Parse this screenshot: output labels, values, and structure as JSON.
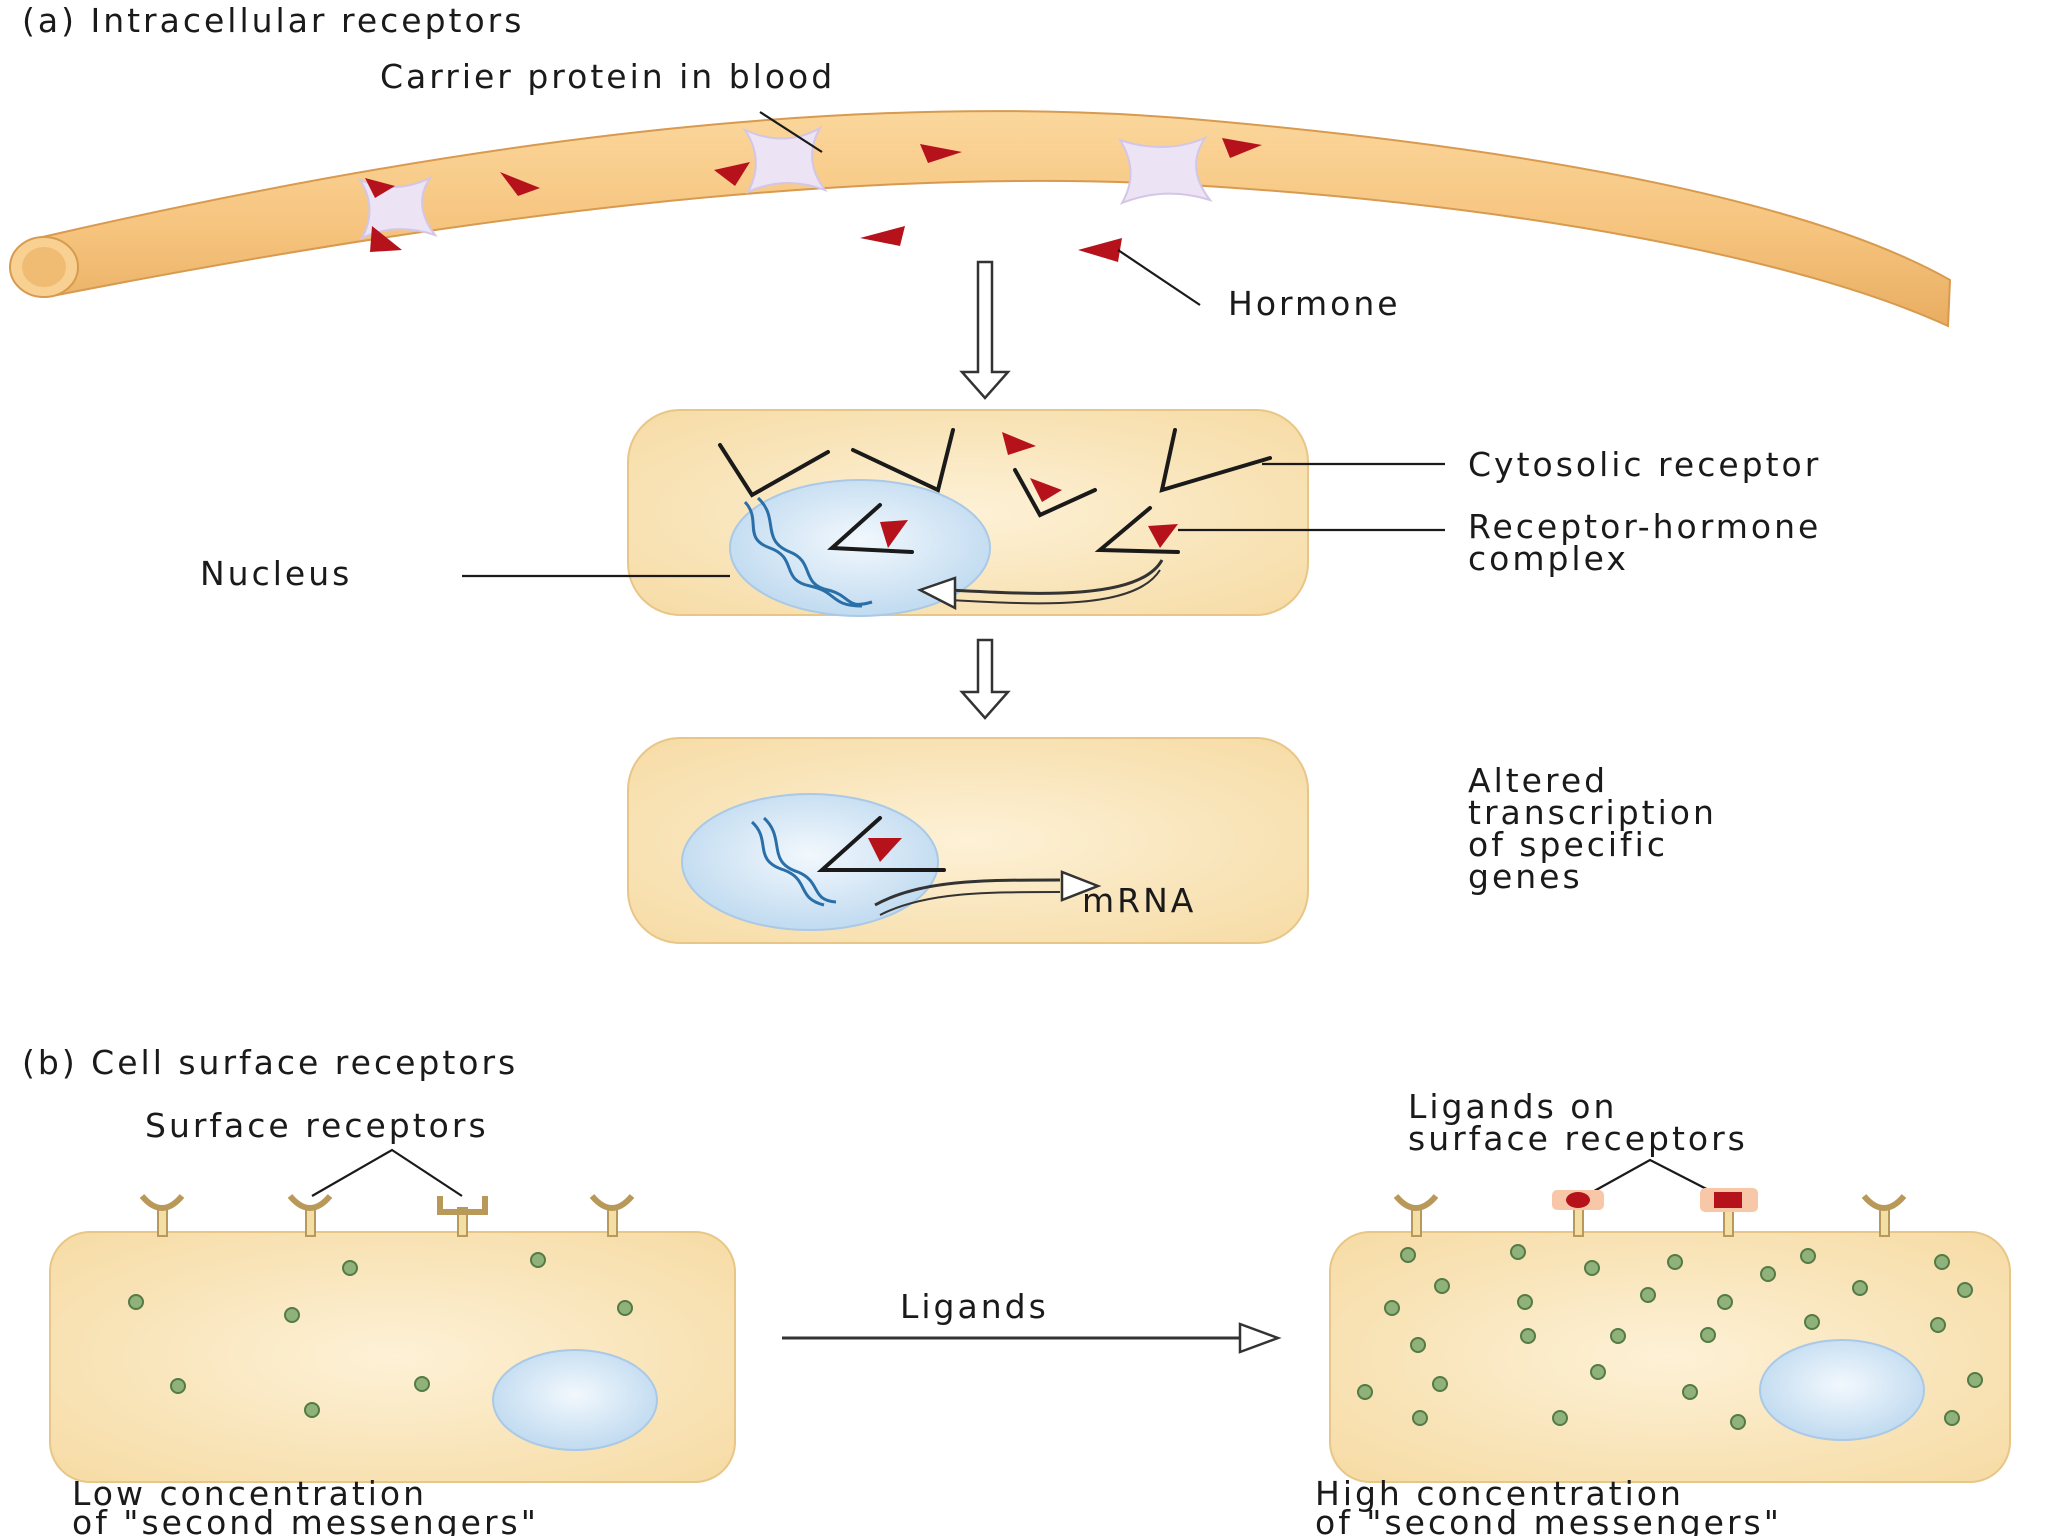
{
  "panel_a": {
    "heading": "(a)  Intracellular receptors",
    "carrier_label": "Carrier protein in blood",
    "hormone_label": "Hormone",
    "cytosolic_label": "Cytosolic receptor",
    "complex_label_line1": "Receptor-hormone",
    "complex_label_line2": "complex",
    "nucleus_label": "Nucleus",
    "mrna_label": "mRNA",
    "altered_line1": "Altered",
    "altered_line2": "transcription",
    "altered_line3": "of specific",
    "altered_line4": "genes"
  },
  "panel_b": {
    "heading": "(b)  Cell surface receptors",
    "surface_label": "Surface receptors",
    "ligands_on_line1": "Ligands on",
    "ligands_on_line2": "surface receptors",
    "ligands_arrow_label": "Ligands",
    "low_line1": "Low concentration",
    "low_line2": "of \"second messengers\"",
    "high_line1": "High concentration",
    "high_line2": "of \"second messengers\""
  },
  "colors": {
    "vessel": "#f6c47e",
    "cell": "#fbe6bd",
    "nucleus": "#d8e9f6",
    "hormone": "#b5121b",
    "carrier": "#ece4f4",
    "dna": "#2a6fa8",
    "second_messenger": "#8fb27a"
  }
}
